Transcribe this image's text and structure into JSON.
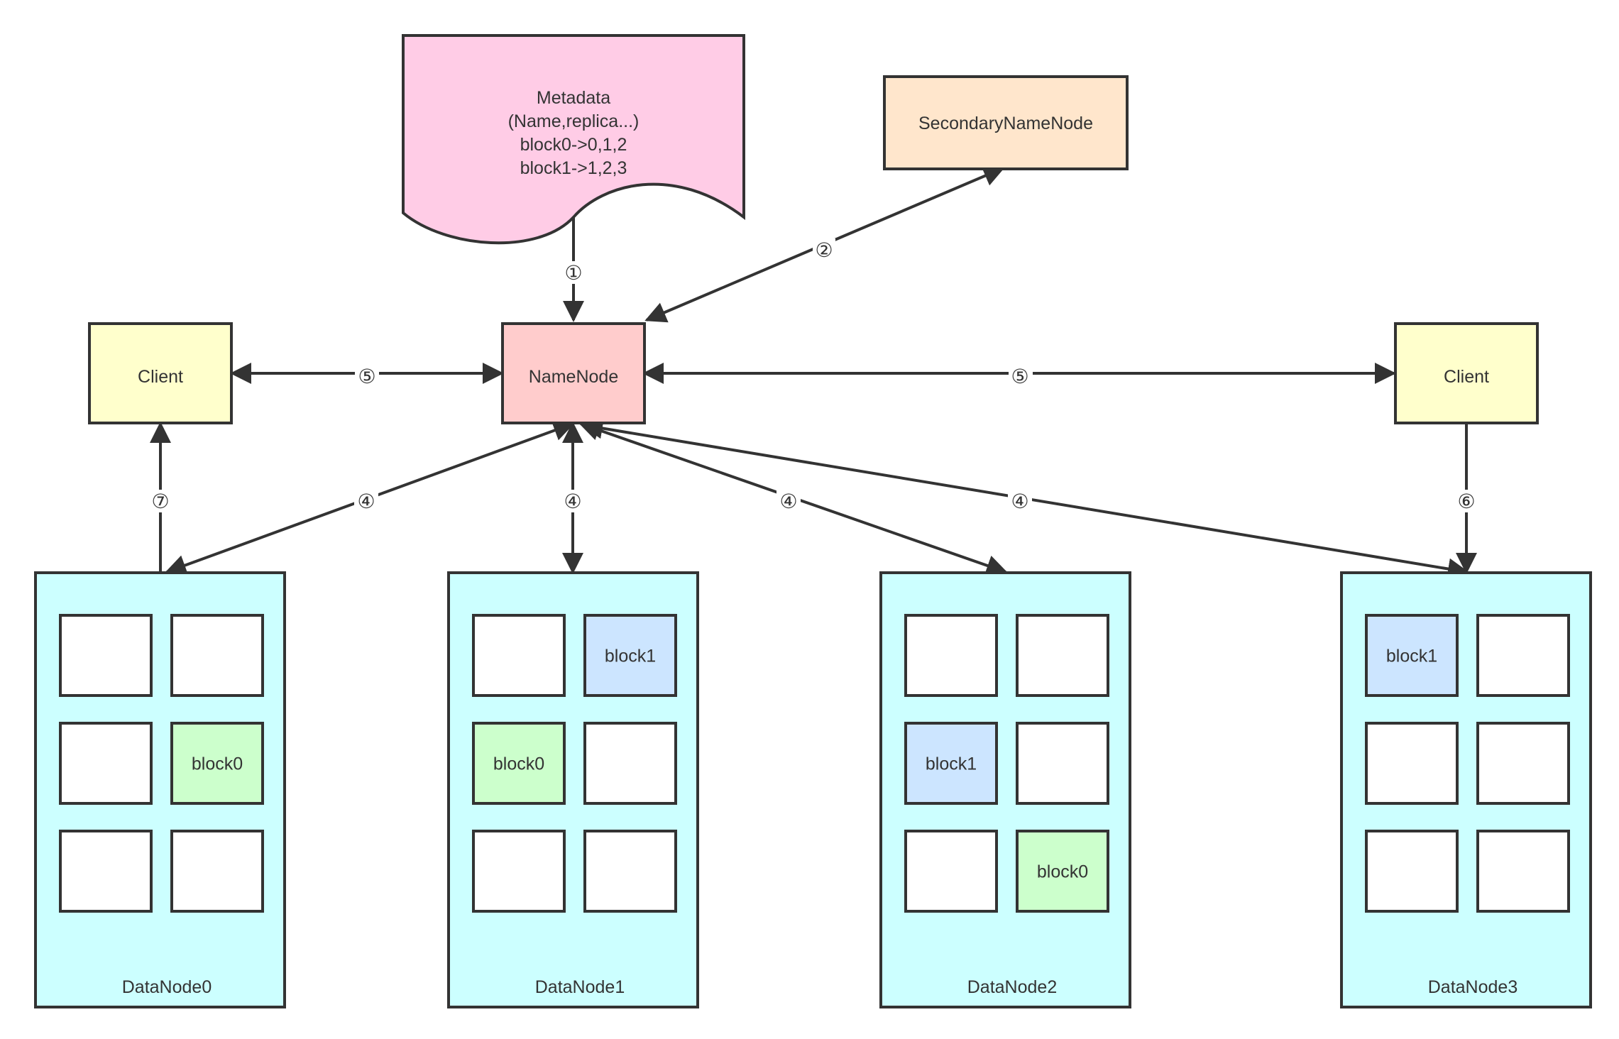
{
  "diagram": {
    "metadata": {
      "lines": [
        "Metadata",
        "(Name,replica...)",
        "block0->0,1,2",
        "block1->1,2,3"
      ],
      "color": "#FFCCE6"
    },
    "secondary_namenode": {
      "label": "SecondaryNameNode",
      "color": "#FFE6CC"
    },
    "namenode": {
      "label": "NameNode",
      "color": "#FFCCCC"
    },
    "clients": [
      {
        "label": "Client",
        "color": "#FFFFCC"
      },
      {
        "label": "Client",
        "color": "#FFFFCC"
      }
    ],
    "datanodes": [
      {
        "label": "DataNode0",
        "blocks": [
          "",
          "",
          "",
          "block0",
          "",
          ""
        ]
      },
      {
        "label": "DataNode1",
        "blocks": [
          "",
          "block1",
          "block0",
          "",
          "",
          ""
        ]
      },
      {
        "label": "DataNode2",
        "blocks": [
          "",
          "",
          "block1",
          "",
          "",
          "block0"
        ]
      },
      {
        "label": "DataNode3",
        "blocks": [
          "block1",
          "",
          "",
          "",
          "",
          ""
        ]
      }
    ],
    "colors": {
      "datanode": "#CCFFFF",
      "block0": "#CCFFCC",
      "block1": "#CCE5FF",
      "empty": "#FFFFFF",
      "stroke": "#333333"
    },
    "steps": {
      "metadata_to_namenode": "①",
      "namenode_secondary": "②",
      "heartbeat": "④",
      "client_namenode": "⑤",
      "client_write": "⑥",
      "client_read": "⑦"
    }
  }
}
